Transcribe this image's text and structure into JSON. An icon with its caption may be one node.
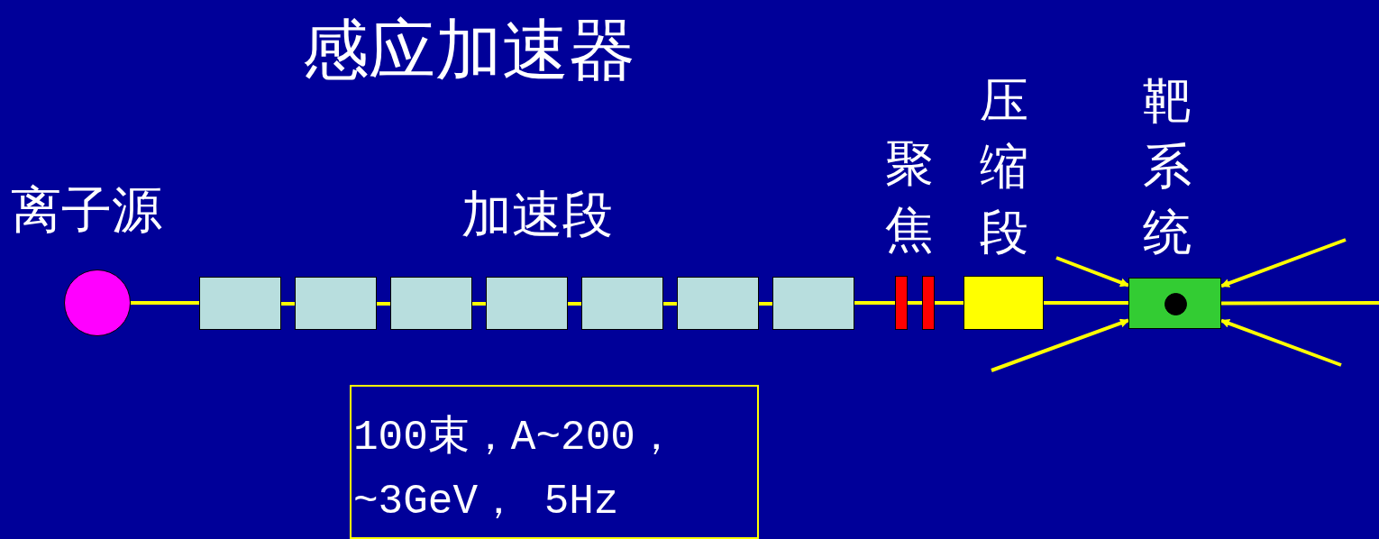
{
  "diagram": {
    "title": "感应加速器",
    "nodes": [
      {
        "text": [],
        "shape": "circle",
        "beside": [
          "离子源"
        ]
      },
      {
        "text": [],
        "shape": "box"
      },
      {
        "text": [],
        "shape": "box"
      },
      {
        "text": [],
        "shape": "box"
      },
      {
        "text": [],
        "shape": "box"
      },
      {
        "text": [],
        "shape": "box"
      },
      {
        "text": [],
        "shape": "box"
      },
      {
        "text": [],
        "shape": "box"
      },
      {
        "text": [],
        "shape": "bar"
      },
      {
        "text": [],
        "shape": "bar"
      },
      {
        "text": [],
        "shape": "box",
        "beside": [
          "压缩段"
        ]
      },
      {
        "text": [],
        "shape": "box",
        "beside": [
          "靶系统"
        ]
      },
      {
        "text": [],
        "shape": "circle",
        "in": 11
      },
      {
        "text": [
          "100束，A~200， ~3GeV， 5Hz"
        ]
      }
    ],
    "edges": [
      {
        "from": 0,
        "to": 1,
        "arrow": "none"
      },
      {
        "from": 1,
        "to": 2,
        "arrow": "none"
      },
      {
        "from": 2,
        "to": 3,
        "arrow": "none"
      },
      {
        "from": 3,
        "to": 4,
        "arrow": "none"
      },
      {
        "from": 4,
        "to": 5,
        "arrow": "none"
      },
      {
        "from": 5,
        "to": 6,
        "arrow": "none"
      },
      {
        "from": 6,
        "to": 7,
        "arrow": "none"
      },
      {
        "from": 7,
        "to": 8,
        "arrow": "none"
      },
      {
        "from": 8,
        "to": 9,
        "arrow": "none"
      },
      {
        "from": 9,
        "to": 10,
        "arrow": "none"
      },
      {
        "from": 10,
        "to": 11,
        "arrow": "none"
      },
      {
        "from": 11,
        "to": null,
        "arrow": "none"
      },
      {
        "from": null,
        "to": 11,
        "arrow": "to"
      },
      {
        "from": null,
        "to": 11,
        "arrow": "to"
      },
      {
        "from": null,
        "to": 11,
        "arrow": "to"
      },
      {
        "from": null,
        "to": 11,
        "arrow": "to"
      }
    ],
    "labels": [
      "加速段",
      "聚焦"
    ]
  }
}
